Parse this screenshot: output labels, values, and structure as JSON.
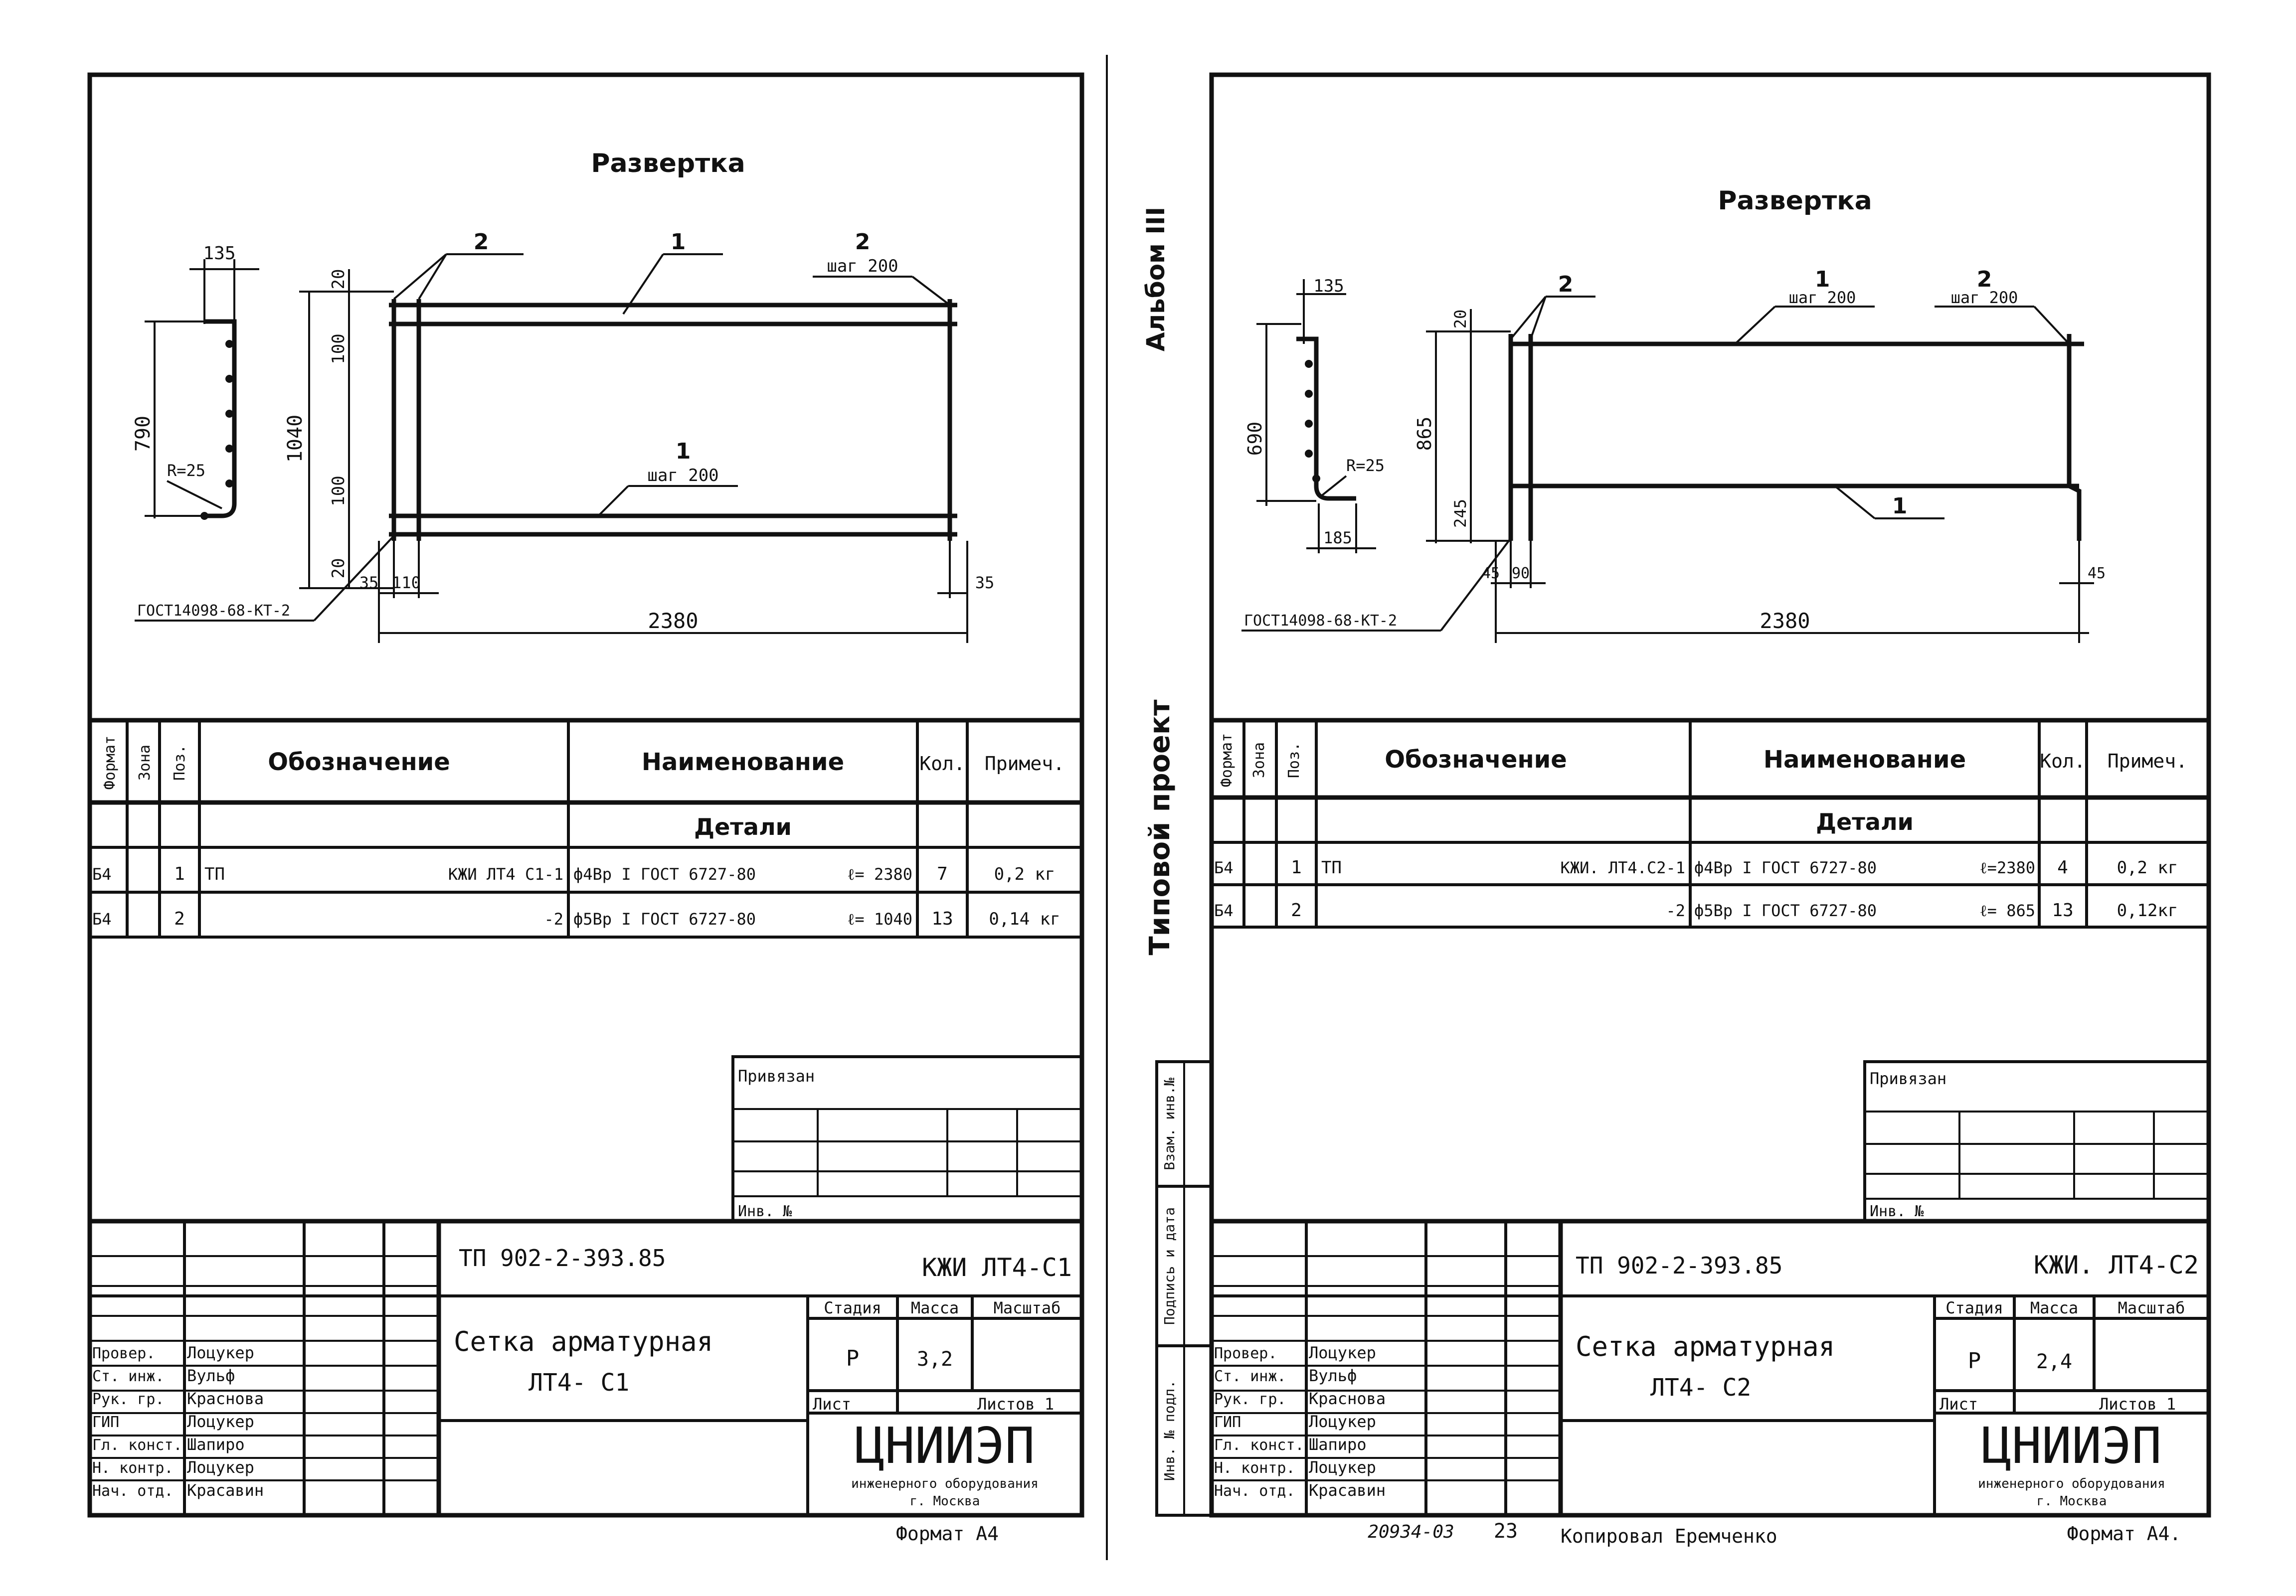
{
  "sheets": [
    {
      "id": "left",
      "drawing": {
        "title": "Развертка",
        "bent_bar": {
          "height": "790",
          "top": "135",
          "radius": "R=25"
        },
        "mesh": {
          "height": "1040",
          "top_edge": "20",
          "gap_top": "100",
          "gap_bottom": "100",
          "bottom_edge": "20",
          "left_off": "35",
          "left_off2": "110",
          "right_off": "35",
          "length": "2380",
          "label_pos2_top": "2",
          "label_pos1_top": "1",
          "label_pos2_right": "2",
          "label_pos2_right_step": "шаг 200",
          "label_pos1_mid": "1",
          "label_pos1_mid_step": "шаг 200"
        },
        "weld_ref": "ГОСТ14098-68-КТ-2"
      },
      "spec": {
        "headers": {
          "format": "Формат",
          "zone": "Зона",
          "pos": "Поз.",
          "designation": "Обозначение",
          "name": "Наименование",
          "qty": "Кол.",
          "note": "Примеч."
        },
        "section": "Детали",
        "rows": [
          {
            "format": "Б4",
            "zone": "",
            "pos": "1",
            "prefix": "ТП",
            "designation": "КЖИ ЛТ4 С1-1",
            "name": "ф4Вр I ГОСТ 6727-80",
            "length": "ℓ= 2380",
            "qty": "7",
            "note": "0,2 кг"
          },
          {
            "format": "Б4",
            "zone": "",
            "pos": "2",
            "prefix": "",
            "designation": "-2",
            "name": "ф5Вр I ГОСТ 6727-80",
            "length": "ℓ= 1040",
            "qty": "13",
            "note": "0,14 кг"
          }
        ]
      },
      "stamp": {
        "bound": "Привязан",
        "inv": "Инв. №",
        "project": "ТП 902-2-393.85",
        "code": "КЖИ ЛТ4-С1",
        "title1": "Сетка арматурная",
        "title2": "ЛТ4- С1",
        "stage_h": "Стадия",
        "mass_h": "Масса",
        "scale_h": "Масштаб",
        "stage": "Р",
        "mass": "3,2",
        "sheet_h": "Лист",
        "sheets_h": "Листов 1",
        "org": "ЦНИИЭП",
        "org2": "инженерного оборудования",
        "org3": "г. Москва",
        "people": [
          {
            "role": "Провер.",
            "name": "Лоцукер"
          },
          {
            "role": "Ст. инж.",
            "name": "Вульф"
          },
          {
            "role": "Рук. гр.",
            "name": "Краснова"
          },
          {
            "role": "ГИП",
            "name": "Лоцукер"
          },
          {
            "role": "Гл. конст.",
            "name": "Шапиро"
          },
          {
            "role": "Н. контр.",
            "name": "Лоцукер"
          },
          {
            "role": "Нач. отд.",
            "name": "Красавин"
          }
        ],
        "format": "Формат А4"
      }
    },
    {
      "id": "right",
      "drawing": {
        "title": "Развертка",
        "bent_bar": {
          "height": "690",
          "top": "135",
          "radius": "R=25",
          "bottom": "185"
        },
        "mesh": {
          "height": "865",
          "top_edge": "20",
          "lower": "245",
          "left_off": "45",
          "left_off2": "90",
          "right_off": "45",
          "length": "2380",
          "label_pos2_top": "2",
          "label_pos1_top": "1",
          "label_pos1_step": "шаг 200",
          "label_pos2_right": "2",
          "label_pos2_right_step": "шаг 200",
          "label_pos1_mid": "1"
        },
        "weld_ref": "ГОСТ14098-68-КТ-2"
      },
      "spec": {
        "headers": {
          "format": "Формат",
          "zone": "Зона",
          "pos": "Поз.",
          "designation": "Обозначение",
          "name": "Наименование",
          "qty": "Кол.",
          "note": "Примеч."
        },
        "section": "Детали",
        "rows": [
          {
            "format": "Б4",
            "zone": "",
            "pos": "1",
            "prefix": "ТП",
            "designation": "КЖИ. ЛТ4.С2-1",
            "name": "ф4Вр I ГОСТ 6727-80",
            "length": "ℓ=2380",
            "qty": "4",
            "note": "0,2 кг"
          },
          {
            "format": "Б4",
            "zone": "",
            "pos": "2",
            "prefix": "",
            "designation": "-2",
            "name": "ф5Вр I ГОСТ 6727-80",
            "length": "ℓ= 865",
            "qty": "13",
            "note": "0,12кг"
          }
        ]
      },
      "stamp": {
        "bound": "Привязан",
        "inv": "Инв. №",
        "project": "ТП 902-2-393.85",
        "code": "КЖИ. ЛТ4-С2",
        "title1": "Сетка арматурная",
        "title2": "ЛТ4- С2",
        "stage_h": "Стадия",
        "mass_h": "Масса",
        "scale_h": "Масштаб",
        "stage": "Р",
        "mass": "2,4",
        "sheet_h": "Лист",
        "sheets_h": "Листов 1",
        "org": "ЦНИИЭП",
        "org2": "инженерного оборудования",
        "org3": "г. Москва",
        "people": [
          {
            "role": "Провер.",
            "name": "Лоцукер"
          },
          {
            "role": "Ст. инж.",
            "name": "Вульф"
          },
          {
            "role": "Рук. гр.",
            "name": "Краснова"
          },
          {
            "role": "ГИП",
            "name": "Лоцукер"
          },
          {
            "role": "Гл. конст.",
            "name": "Шапиро"
          },
          {
            "role": "Н. контр.",
            "name": "Лоцукер"
          },
          {
            "role": "Нач. отд.",
            "name": "Красавин"
          }
        ],
        "format": "Формат А4."
      }
    }
  ],
  "margin": {
    "album": "Альбом III",
    "project": "Типовой проект",
    "col1": "Взам. инв.№",
    "col2": "Подпись и дата",
    "col3": "Инв. № подл."
  },
  "footer": {
    "inv_no": "20934-03",
    "page": "23",
    "copied": "Копировал Еремченко"
  }
}
